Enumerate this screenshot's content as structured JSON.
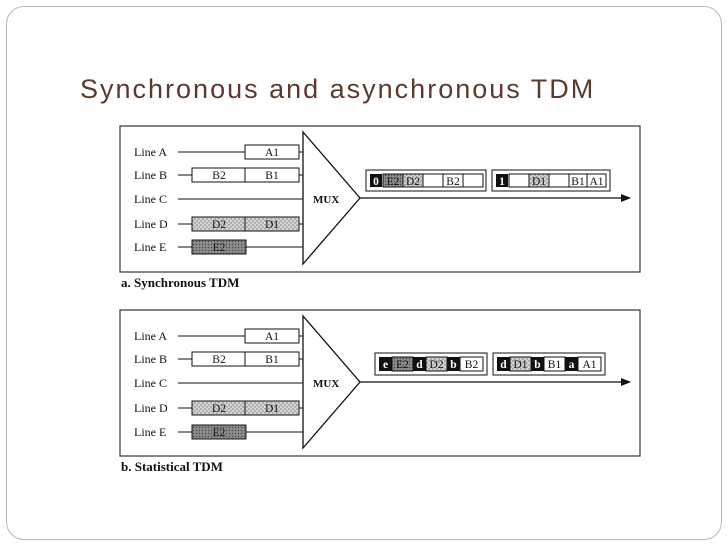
{
  "title": "Synchronous and asynchronous TDM",
  "mux_label": "MUX",
  "lines": [
    "Line A",
    "Line B",
    "Line C",
    "Line D",
    "Line E"
  ],
  "input_blocks": {
    "a": [
      "A1"
    ],
    "b": [
      "B2",
      "B1"
    ],
    "c": [],
    "d": [
      "D2",
      "D1"
    ],
    "e": [
      "E2"
    ]
  },
  "sync": {
    "caption": "a. Synchronous TDM",
    "frame2": {
      "id": "0",
      "slots": [
        "E2",
        "D2",
        "",
        "B2",
        ""
      ]
    },
    "frame1": {
      "id": "1",
      "slots": [
        "",
        "D1",
        "",
        "B1",
        "A1"
      ]
    }
  },
  "stat": {
    "caption": "b. Statistical TDM",
    "frame2": [
      {
        "addr": "e",
        "data": "E2"
      },
      {
        "addr": "d",
        "data": "D2"
      },
      {
        "addr": "b",
        "data": "B2"
      }
    ],
    "frame1": [
      {
        "addr": "d",
        "data": "D1"
      },
      {
        "addr": "b",
        "data": "B1"
      },
      {
        "addr": "a",
        "data": "A1"
      }
    ]
  }
}
